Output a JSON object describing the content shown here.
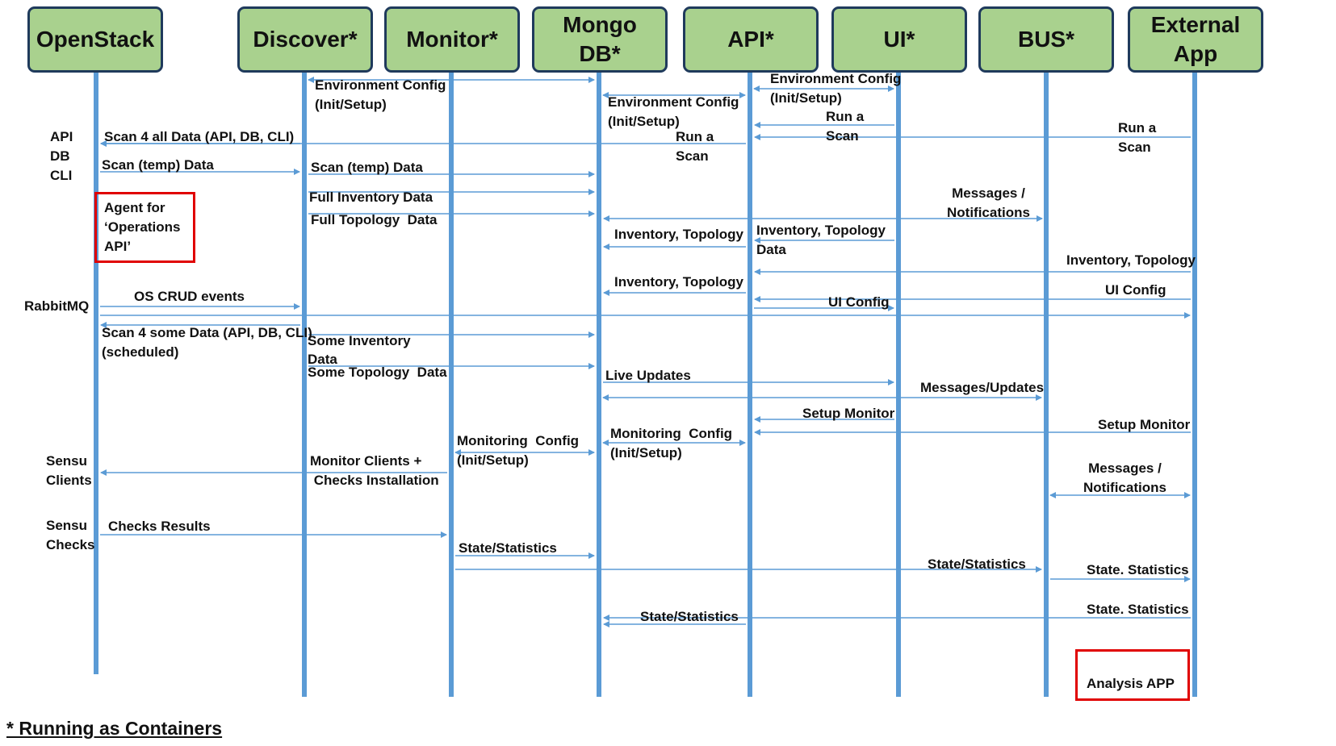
{
  "actors": [
    {
      "id": "openstack",
      "label": "OpenStack"
    },
    {
      "id": "discover",
      "label": "Discover*"
    },
    {
      "id": "monitor",
      "label": "Monitor*"
    },
    {
      "id": "mongodb",
      "label": "Mongo\nDB*"
    },
    {
      "id": "api",
      "label": "API*"
    },
    {
      "id": "ui",
      "label": "UI*"
    },
    {
      "id": "bus",
      "label": "BUS*"
    },
    {
      "id": "external",
      "label": "External\nApp"
    }
  ],
  "side_labels": {
    "openstack_api": "API\nDB\nCLI",
    "rabbitmq": "RabbitMQ",
    "sensu_clients": "Sensu\nClients",
    "sensu_checks": "Sensu\nChecks"
  },
  "notes": {
    "agent_for_operations_api": "Agent for\n‘Operations\nAPI’",
    "analysis_app": "Analysis APP"
  },
  "messages": [
    {
      "from": "discover",
      "to": "mongodb",
      "text": "Environment Config\n(Init/Setup)",
      "both": true
    },
    {
      "from": "api",
      "to": "ui",
      "text": "Environment Config\n(Init/Setup)",
      "both": true
    },
    {
      "from": "mongodb",
      "to": "api",
      "text": "Environment Config\n(Init/Setup)",
      "both": true
    },
    {
      "from": "ui",
      "to": "api",
      "text": "Run a\nScan"
    },
    {
      "from": "external",
      "to": "api",
      "text": "Run a\nScan"
    },
    {
      "from": "api",
      "to": "openstack",
      "text": "Run a\nScan"
    },
    {
      "from": "discover",
      "to": "openstack",
      "text": "Scan 4 all Data (API, DB, CLI)"
    },
    {
      "from": "openstack",
      "to": "discover",
      "text": "Scan (temp) Data"
    },
    {
      "from": "discover",
      "to": "mongodb",
      "text": "Scan (temp) Data"
    },
    {
      "from": "discover",
      "to": "mongodb",
      "text": "Full Inventory Data"
    },
    {
      "from": "discover",
      "to": "mongodb",
      "text": "Full Topology  Data"
    },
    {
      "from": "bus",
      "to": "mongodb",
      "text": "Messages /\nNotifications",
      "both": true
    },
    {
      "from": "ui",
      "to": "api",
      "text": "Inventory, Topology\nData"
    },
    {
      "from": "api",
      "to": "mongodb",
      "text": "Inventory, Topology"
    },
    {
      "from": "external",
      "to": "api",
      "text": "Inventory, Topology"
    },
    {
      "from": "api",
      "to": "mongodb",
      "text": "Inventory, Topology"
    },
    {
      "from": "external",
      "to": "api",
      "text": "UI Config"
    },
    {
      "from": "api",
      "to": "ui",
      "text": "UI Config"
    },
    {
      "from": "openstack",
      "to": "discover",
      "text": "OS CRUD events"
    },
    {
      "from": "openstack",
      "to": "external",
      "text": ""
    },
    {
      "from": "discover",
      "to": "openstack",
      "text": "Scan 4 some Data (API, DB, CLI)\n(scheduled)"
    },
    {
      "from": "discover",
      "to": "mongodb",
      "text": "Some Inventory\nData"
    },
    {
      "from": "discover",
      "to": "mongodb",
      "text": "Some Topology  Data"
    },
    {
      "from": "mongodb",
      "to": "ui",
      "text": "Live Updates"
    },
    {
      "from": "mongodb",
      "to": "bus",
      "text": "Messages/Updates",
      "both": true
    },
    {
      "from": "ui",
      "to": "api",
      "text": "Setup Monitor"
    },
    {
      "from": "external",
      "to": "api",
      "text": "Setup Monitor"
    },
    {
      "from": "monitor",
      "to": "mongodb",
      "text": "Monitoring  Config\n(Init/Setup)",
      "both": true
    },
    {
      "from": "mongodb",
      "to": "api",
      "text": "Monitoring  Config\n(Init/Setup)",
      "both": true
    },
    {
      "from": "monitor",
      "to": "openstack",
      "text": "Monitor Clients +\n Checks Installation"
    },
    {
      "from": "bus",
      "to": "external",
      "text": "Messages /\nNotifications",
      "both": true
    },
    {
      "from": "openstack",
      "to": "monitor",
      "text": "Checks Results"
    },
    {
      "from": "monitor",
      "to": "mongodb",
      "text": "State/Statistics"
    },
    {
      "from": "monitor",
      "to": "bus",
      "text": "State/Statistics"
    },
    {
      "from": "bus",
      "to": "external",
      "text": "State. Statistics"
    },
    {
      "from": "external",
      "to": "mongodb",
      "text": "State. Statistics"
    },
    {
      "from": "api",
      "to": "mongodb",
      "text": "State/Statistics"
    }
  ],
  "footnote": "* Running as Containers",
  "colors": {
    "actor_fill": "#a9d18e",
    "actor_border": "#1f3a5c",
    "lifeline": "#5b9bd5",
    "highlight": "#e00000"
  }
}
